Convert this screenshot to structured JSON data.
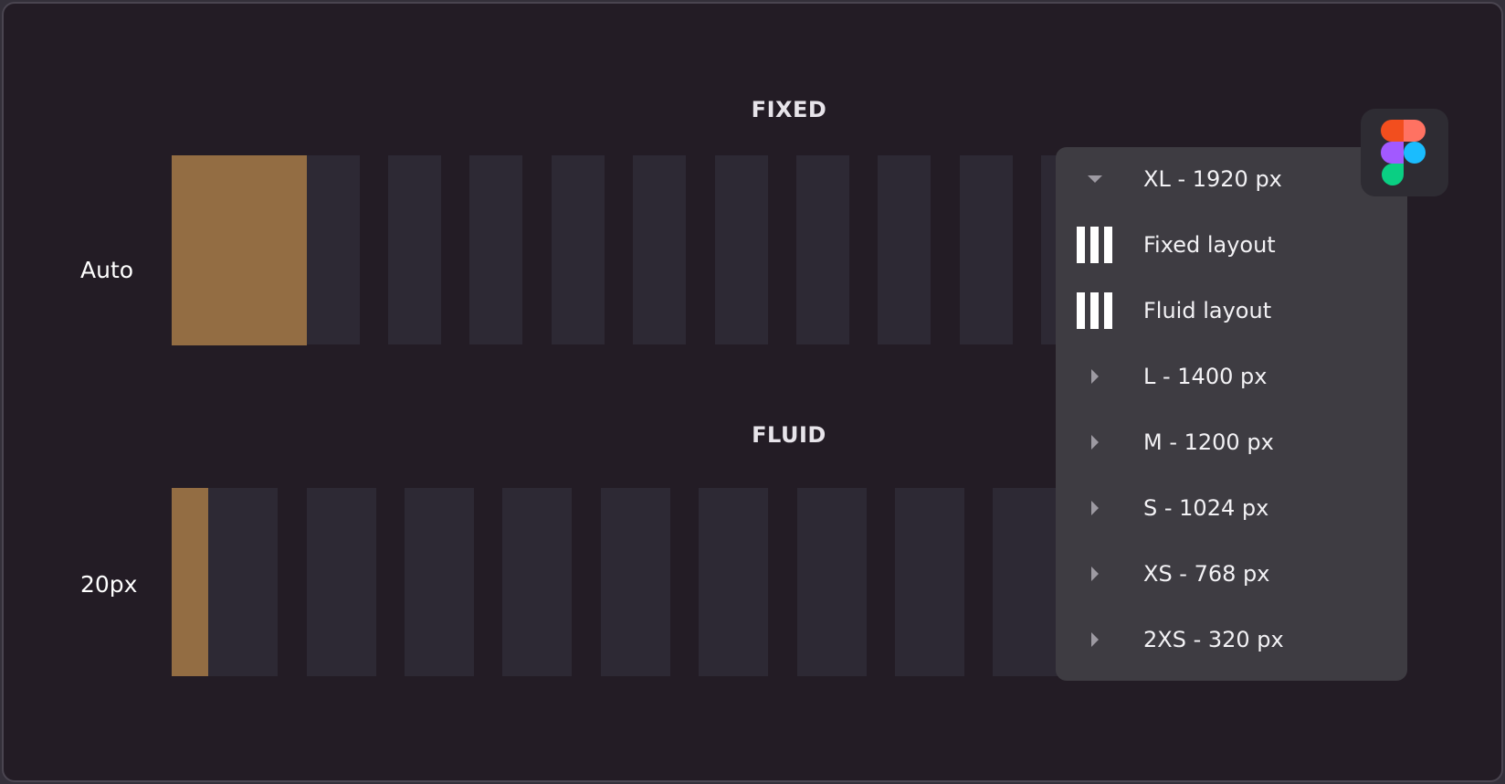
{
  "sections": {
    "fixed": {
      "title": "FIXED",
      "row_label": "Auto"
    },
    "fluid": {
      "title": "FLUID",
      "row_label": "20px"
    }
  },
  "menu": {
    "items": [
      {
        "label": "XL - 1920 px",
        "icon": "chevron-down-icon"
      },
      {
        "label": "Fixed layout",
        "icon": "columns-icon"
      },
      {
        "label": "Fluid layout",
        "icon": "columns-icon"
      },
      {
        "label": "L - 1400 px",
        "icon": "chevron-right-icon"
      },
      {
        "label": "M - 1200 px",
        "icon": "chevron-right-icon"
      },
      {
        "label": "S - 1024 px",
        "icon": "chevron-right-icon"
      },
      {
        "label": "XS - 768 px",
        "icon": "chevron-right-icon"
      },
      {
        "label": "2XS - 320 px",
        "icon": "chevron-right-icon"
      }
    ]
  },
  "badge": {
    "icon": "figma-logo-icon"
  },
  "colors": {
    "background": "#231c25",
    "column": "#2d2934",
    "highlight": "#936d43",
    "menu": "#3e3c42",
    "text": "#ffffff"
  }
}
